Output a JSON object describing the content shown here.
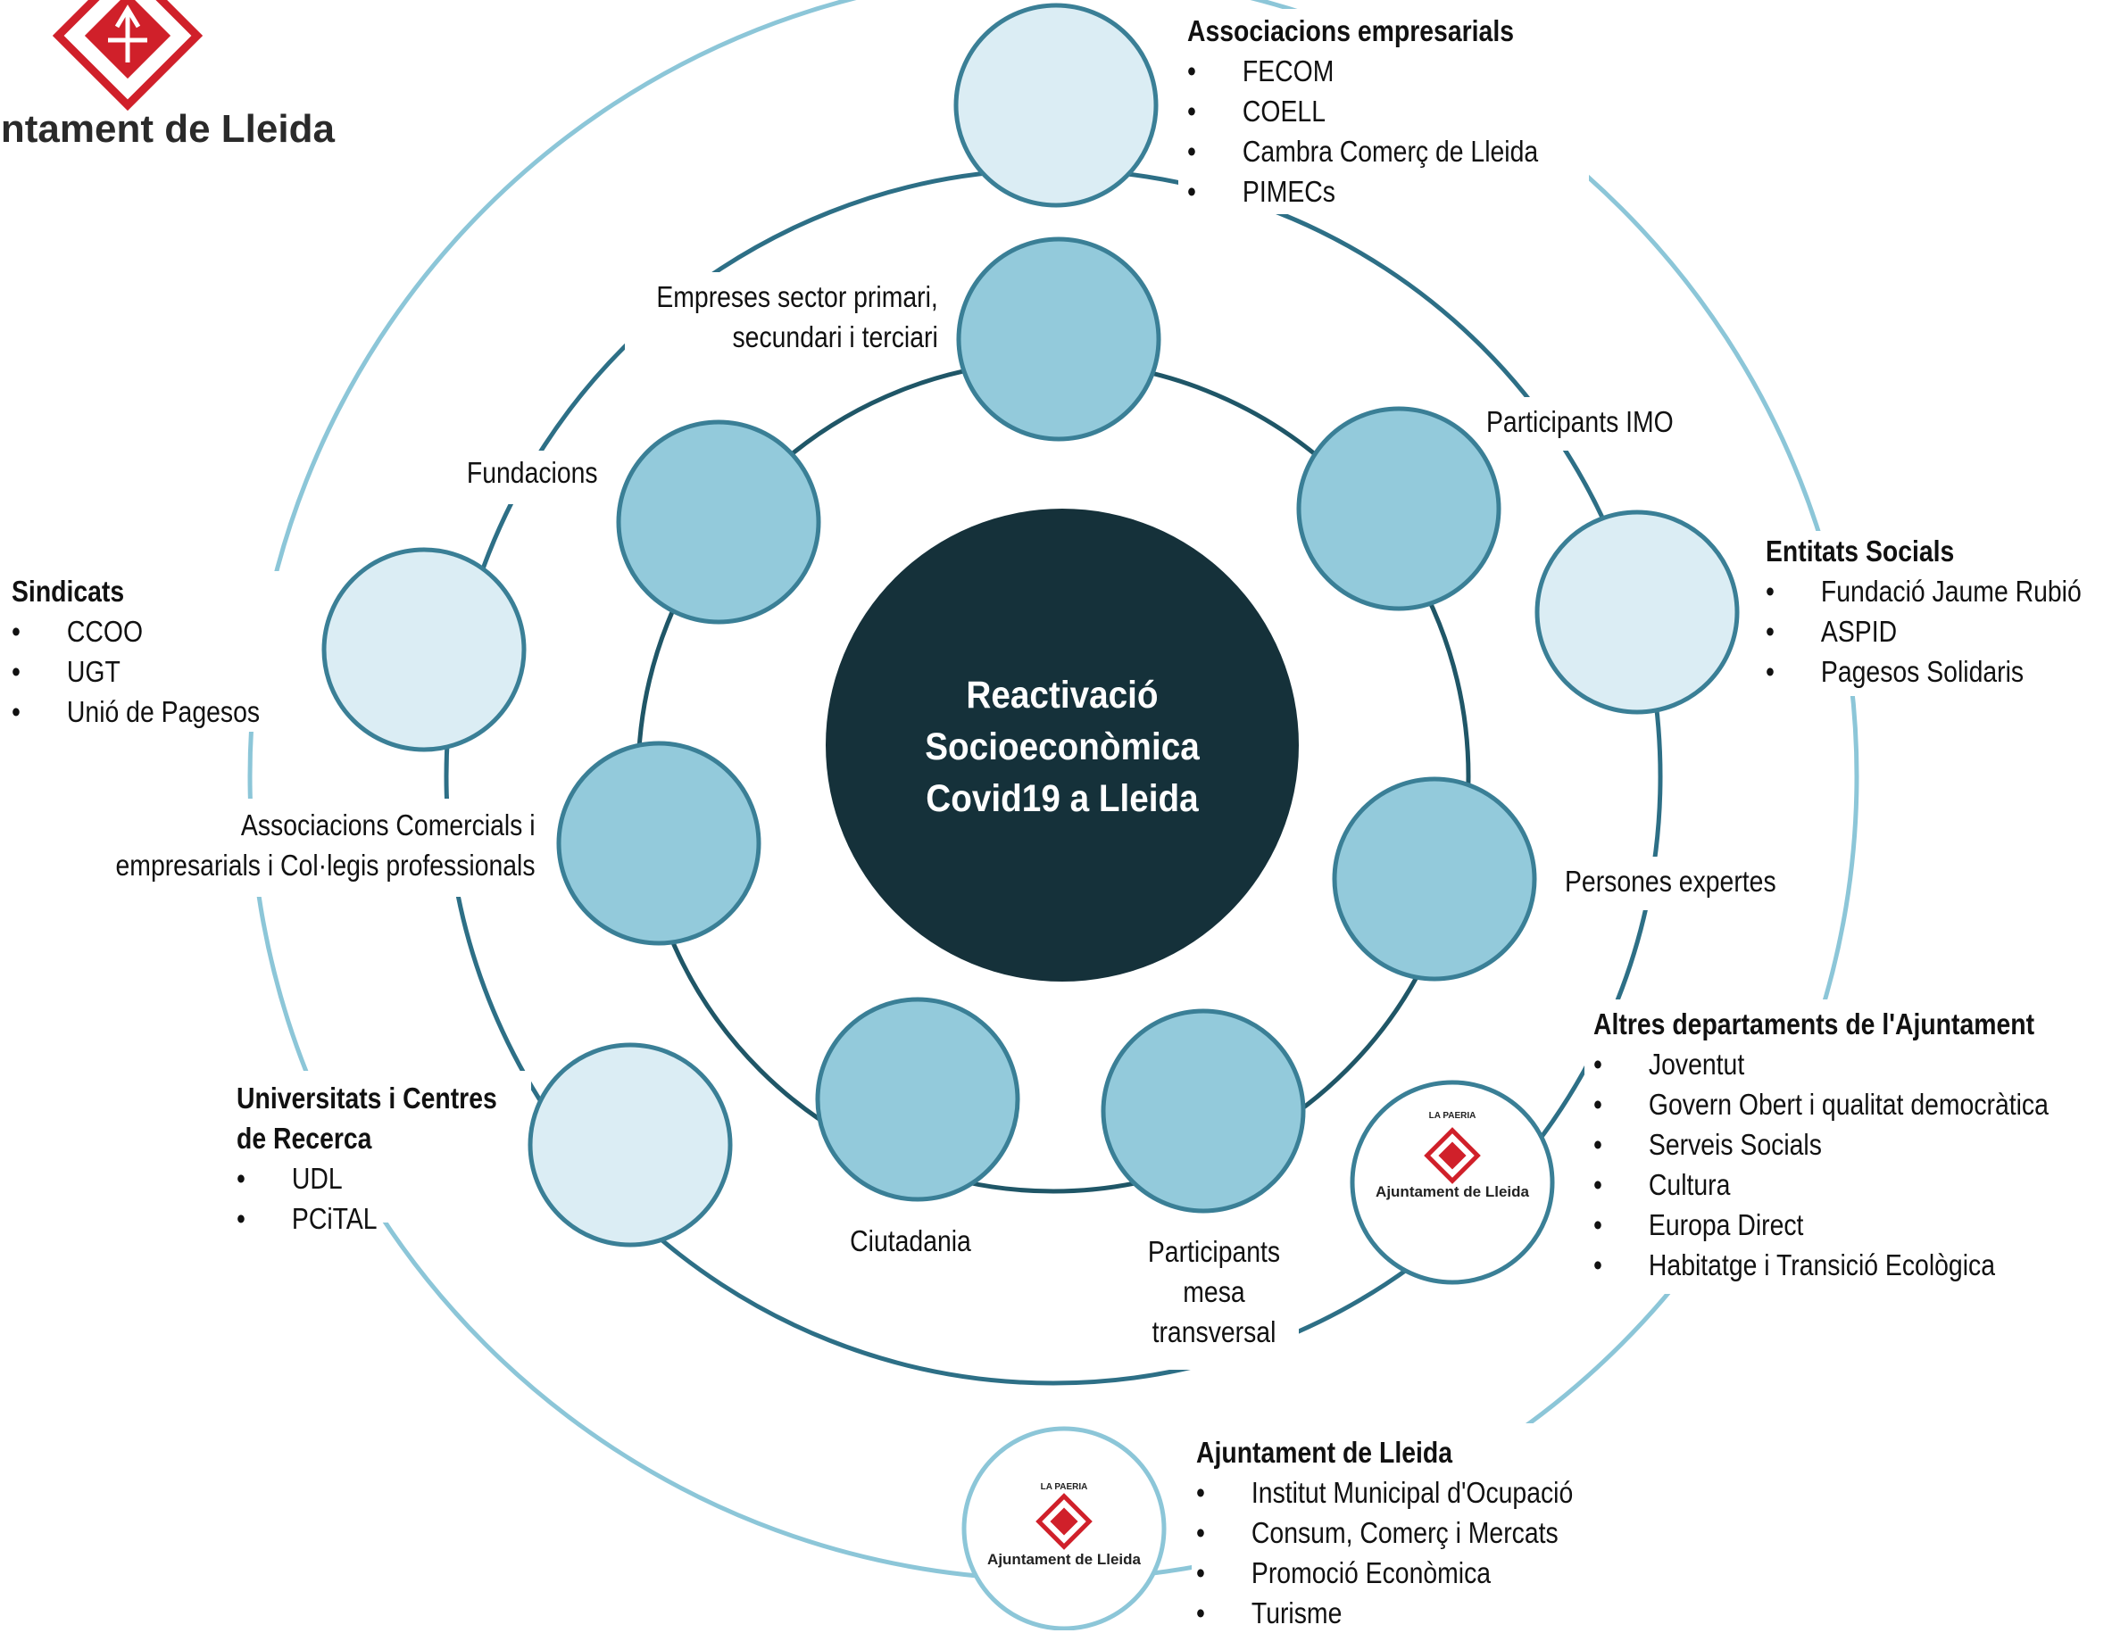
{
  "center": {
    "lines": [
      "Reactivació",
      "Socioeconòmica",
      "Covid19 a Lleida"
    ]
  },
  "logo": {
    "name": "Ajuntament de Lleida",
    "badge": "LA PAERIA",
    "brand_color": "#d0202a"
  },
  "inner_ring": [
    {
      "lines": [
        "Empreses sector primari,",
        "secundari i terciari"
      ]
    },
    {
      "lines": [
        "Participants IMO"
      ]
    },
    {
      "lines": [
        "Persones expertes"
      ]
    },
    {
      "lines": [
        "Participants",
        "mesa",
        "transversal"
      ]
    },
    {
      "lines": [
        "Ciutadania"
      ]
    },
    {
      "lines": [
        "Associacions Comercials i",
        "empresarials i Col·legis professionals"
      ]
    },
    {
      "lines": [
        "Fundacions"
      ]
    }
  ],
  "outer_ring": [
    {
      "title": "Associacions empresarials",
      "items": [
        "FECOM",
        "COELL",
        "Cambra Comerç de Lleida",
        "PIMECs"
      ]
    },
    {
      "title": "Entitats Socials",
      "items": [
        "Fundació Jaume Rubió",
        "ASPID",
        "Pagesos Solidaris"
      ]
    },
    {
      "title": "Altres departaments de l'Ajuntament",
      "items": [
        "Joventut",
        "Govern Obert i qualitat democràtica",
        "Serveis Socials",
        "Cultura",
        "Europa Direct",
        "Habitatge i Transició Ecològica"
      ]
    },
    {
      "title": "Ajuntament de Lleida",
      "items": [
        "Institut Municipal d'Ocupació",
        "Consum, Comerç i Mercats",
        "Promoció Econòmica",
        "Turisme"
      ]
    },
    {
      "title_lines": [
        "Universitats i Centres",
        "de Recerca"
      ],
      "items": [
        "UDL",
        "PCiTAL"
      ]
    },
    {
      "title": "Sindicats",
      "items": [
        "CCOO",
        "UGT",
        "Unió de Pagesos"
      ]
    }
  ],
  "bullet": "•",
  "colors": {
    "center_fill": "#15313a",
    "inner_node_fill": "#93cadb",
    "outer_node_fill": "#dbedf4",
    "node_stroke": "#3a7f96",
    "inner_ring_stroke": "#1f5667",
    "mid_ring_stroke": "#2d6f86",
    "outer_ring_stroke": "#8cc6d8"
  }
}
